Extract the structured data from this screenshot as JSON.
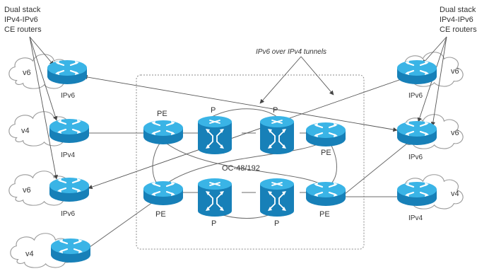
{
  "labels": {
    "ce_left_line1": "Dual stack",
    "ce_left_line2": "IPv4-IPv6",
    "ce_left_line3": "CE routers",
    "ce_right_line1": "Dual stack",
    "ce_right_line2": "IPv4-IPv6",
    "ce_right_line3": "CE routers",
    "tunnels": "IPv6 over IPv4 tunnels",
    "backbone": "OC-48/192"
  },
  "clouds": {
    "left_1": "v6",
    "left_2": "v4",
    "left_3": "v6",
    "left_4": "v4",
    "right_1": "v6",
    "right_2": "v6",
    "right_3": "v4"
  },
  "routers": {
    "ce_left_1": "IPv6",
    "ce_left_2": "IPv4",
    "ce_left_3": "IPv6",
    "ce_right_1": "IPv6",
    "ce_right_2": "IPv6",
    "ce_right_3": "IPv4",
    "pe_top_left": "PE",
    "pe_top_right": "PE",
    "pe_bottom_left": "PE",
    "pe_bottom_right": "PE",
    "p_top_left": "P",
    "p_top_right": "P",
    "p_bottom_left": "P",
    "p_bottom_right": "P"
  },
  "colors": {
    "router_top": "#3ab4e6",
    "router_side": "#1780b8",
    "router_mark": "#ffffff"
  }
}
